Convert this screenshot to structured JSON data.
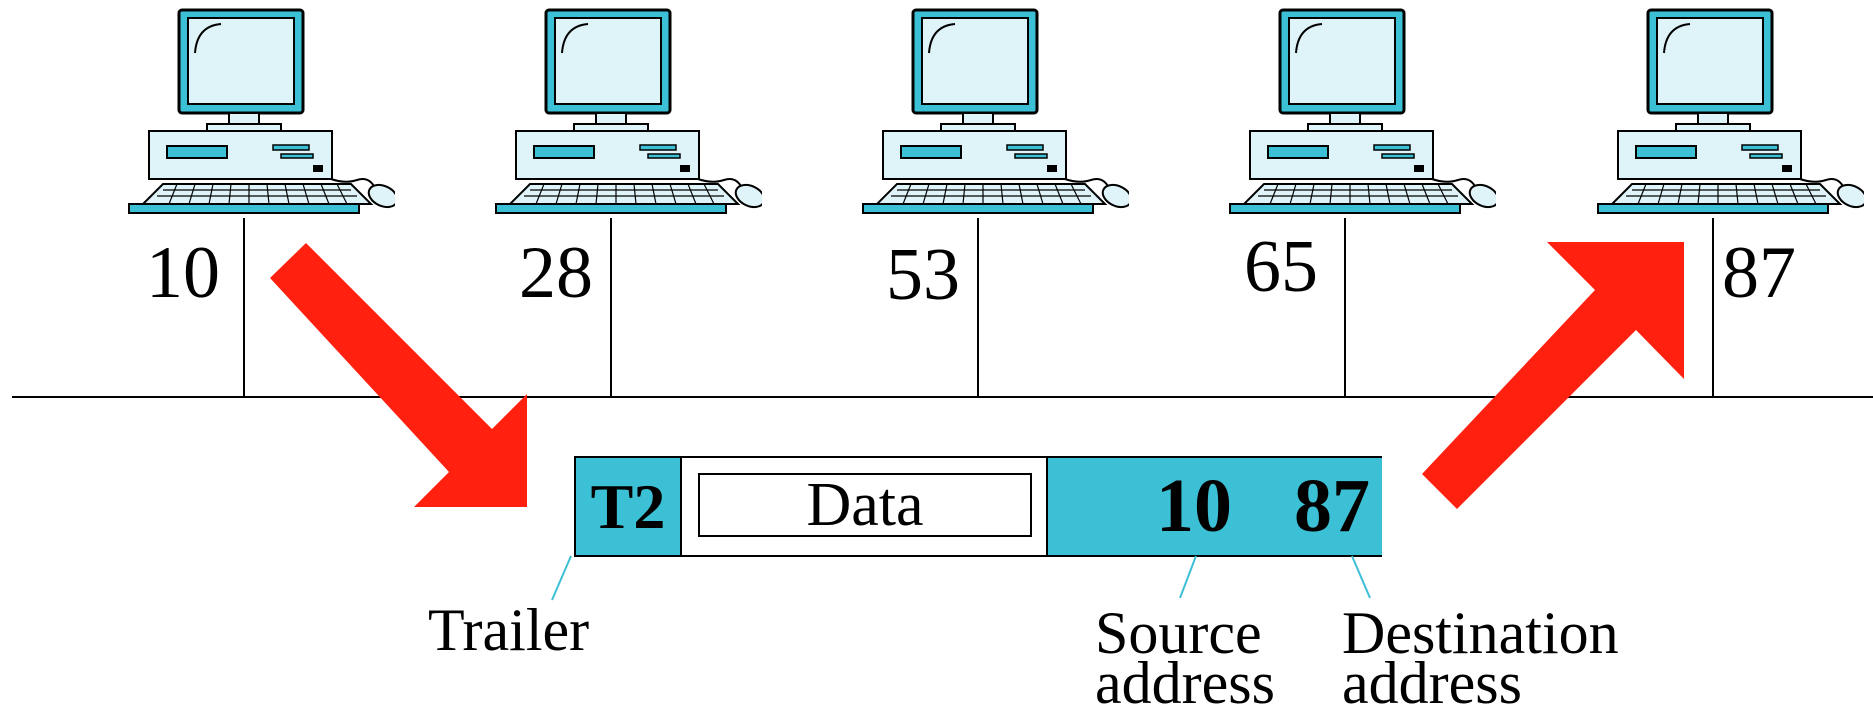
{
  "stations": [
    {
      "address": "10"
    },
    {
      "address": "28"
    },
    {
      "address": "53"
    },
    {
      "address": "65"
    },
    {
      "address": "87"
    }
  ],
  "frame": {
    "trailer": "T2",
    "data": "Data",
    "source_address": "10",
    "destination_address": "87"
  },
  "labels": {
    "trailer": "Trailer",
    "source_line1": "Source",
    "source_line2": "address",
    "destination_line1": "Destination",
    "destination_line2": "address"
  },
  "colors": {
    "frame_header": "#3cc0d6",
    "arrow": "#ff2010",
    "computer": "#3cc0d6"
  },
  "icons": {
    "station": "desktop-computer-icon",
    "arrow_out": "red-diagonal-arrow-down-right",
    "arrow_in": "red-diagonal-arrow-up-right"
  }
}
